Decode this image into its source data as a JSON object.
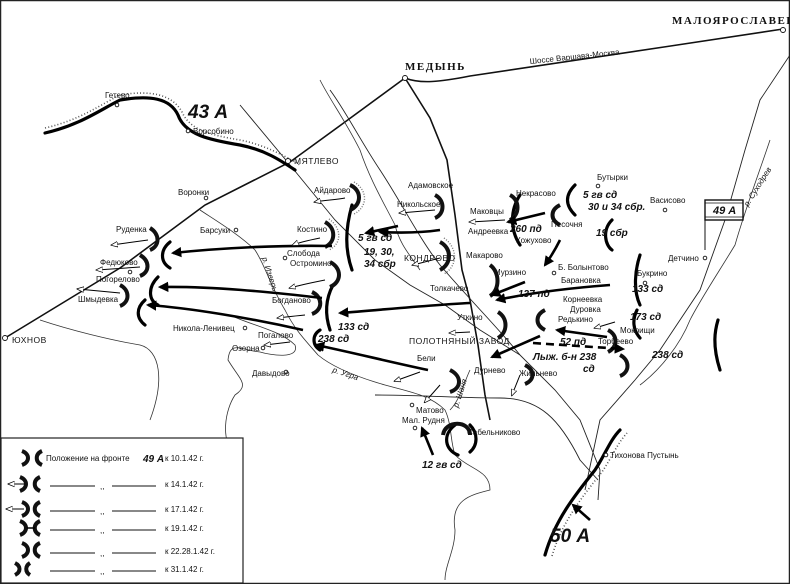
{
  "cities": {
    "medyn": "МЕДЫНЬ",
    "maloyaroslavets": "МАЛОЯРОСЛАВЕЦ"
  },
  "road_label": "Шоссе Варшава-Москва",
  "places": [
    "Гетево",
    "Ворсобино",
    "МЯТЛЕВО",
    "Воронки",
    "Айдарово",
    "Костино",
    "Руденка",
    "Барсуки",
    "Слобода",
    "Остромино",
    "Федюково",
    "Погорелово",
    "Шмыдевка",
    "Богданово",
    "Никола-Ленивец",
    "Погалово",
    "Озерна",
    "Давыдово",
    "ЮХНОВ",
    "Адамовское",
    "Никольское",
    "Маковцы",
    "Андреевка",
    "Некрасово",
    "Бутырки",
    "Васисово",
    "Песочня",
    "Кожухово",
    "КОНДРОВО",
    "Макарово",
    "Мурзино",
    "Толкачево",
    "Б. Болынтово",
    "Барановка",
    "Букрино",
    "Корнеевка",
    "Дуровка",
    "Редькино",
    "Мокрищи",
    "Уткино",
    "ПОЛОТНЯНЫЙ ЗАВОД",
    "Торбеево",
    "Бели",
    "Дурнево",
    "Жильнево",
    "Детчино",
    "Матово",
    "Мал. Рудня",
    "Сабельниково",
    "Тихонова Пустынь"
  ],
  "rivers": [
    "р. Изверь",
    "р. Угра",
    "р. Шаня",
    "р. Суходрев"
  ],
  "armies": {
    "a43": "43 А",
    "a49": "49 А",
    "a50": "50 А"
  },
  "units": [
    "5 гв сд",
    "30 и 34 сбр.",
    "260 пд",
    "19 сбр",
    "5 гв сд",
    "19, 30,",
    "34 сбр",
    "137 пд",
    "133 сд",
    "173 сд",
    "52 пд",
    "Лыж. б-н 238",
    "сд",
    "238 сд",
    "133 сд",
    "238 сд",
    "12 гв сд"
  ],
  "legend": {
    "title": "Положение на фронте",
    "army": "49 А",
    "ditto": ",,",
    "rows": [
      "к 10.1.42 г.",
      "к 14.1.42 г.",
      "к 17.1.42 г.",
      "к 19.1.42 г.",
      "к 22.28.1.42 г.",
      "к 31.1.42 г."
    ]
  },
  "colors": {
    "ink": "#000000",
    "paper": "#ffffff"
  }
}
